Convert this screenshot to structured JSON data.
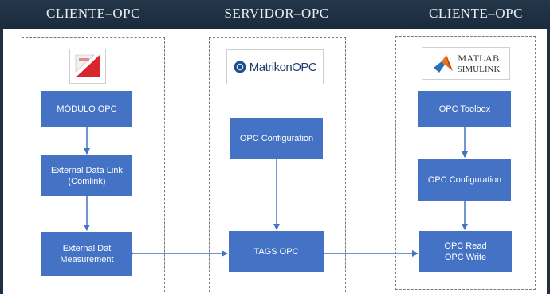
{
  "header": {
    "left_title": "CLIENTE–OPC",
    "center_title": "SERVIDOR–OPC",
    "right_title": "CLIENTE–OPC"
  },
  "logos": {
    "matrikon": "MatrikonOPC",
    "matlab_line1": "MATLAB",
    "matlab_line2": "SIMULINK"
  },
  "nodes": {
    "modulo_opc": "MÓDULO OPC",
    "external_data_link": "External Data Link (Comlink)",
    "external_measurement": "External Dat Measurement",
    "server_opc_configuration": "OPC Configuration",
    "tags_opc": "TAGS OPC",
    "opc_toolbox": "OPC Toolbox",
    "client_opc_configuration": "OPC Configuration",
    "opc_read_write_line1": "OPC Read",
    "opc_read_write_line2": "OPC Write"
  },
  "colors": {
    "node_fill": "#4472c4",
    "header_bg": "#1b2b3d",
    "arrow": "#4472c4"
  },
  "icons": [
    "simulation-software-logo-icon",
    "matrikon-logo-icon",
    "matlab-logo-icon"
  ]
}
